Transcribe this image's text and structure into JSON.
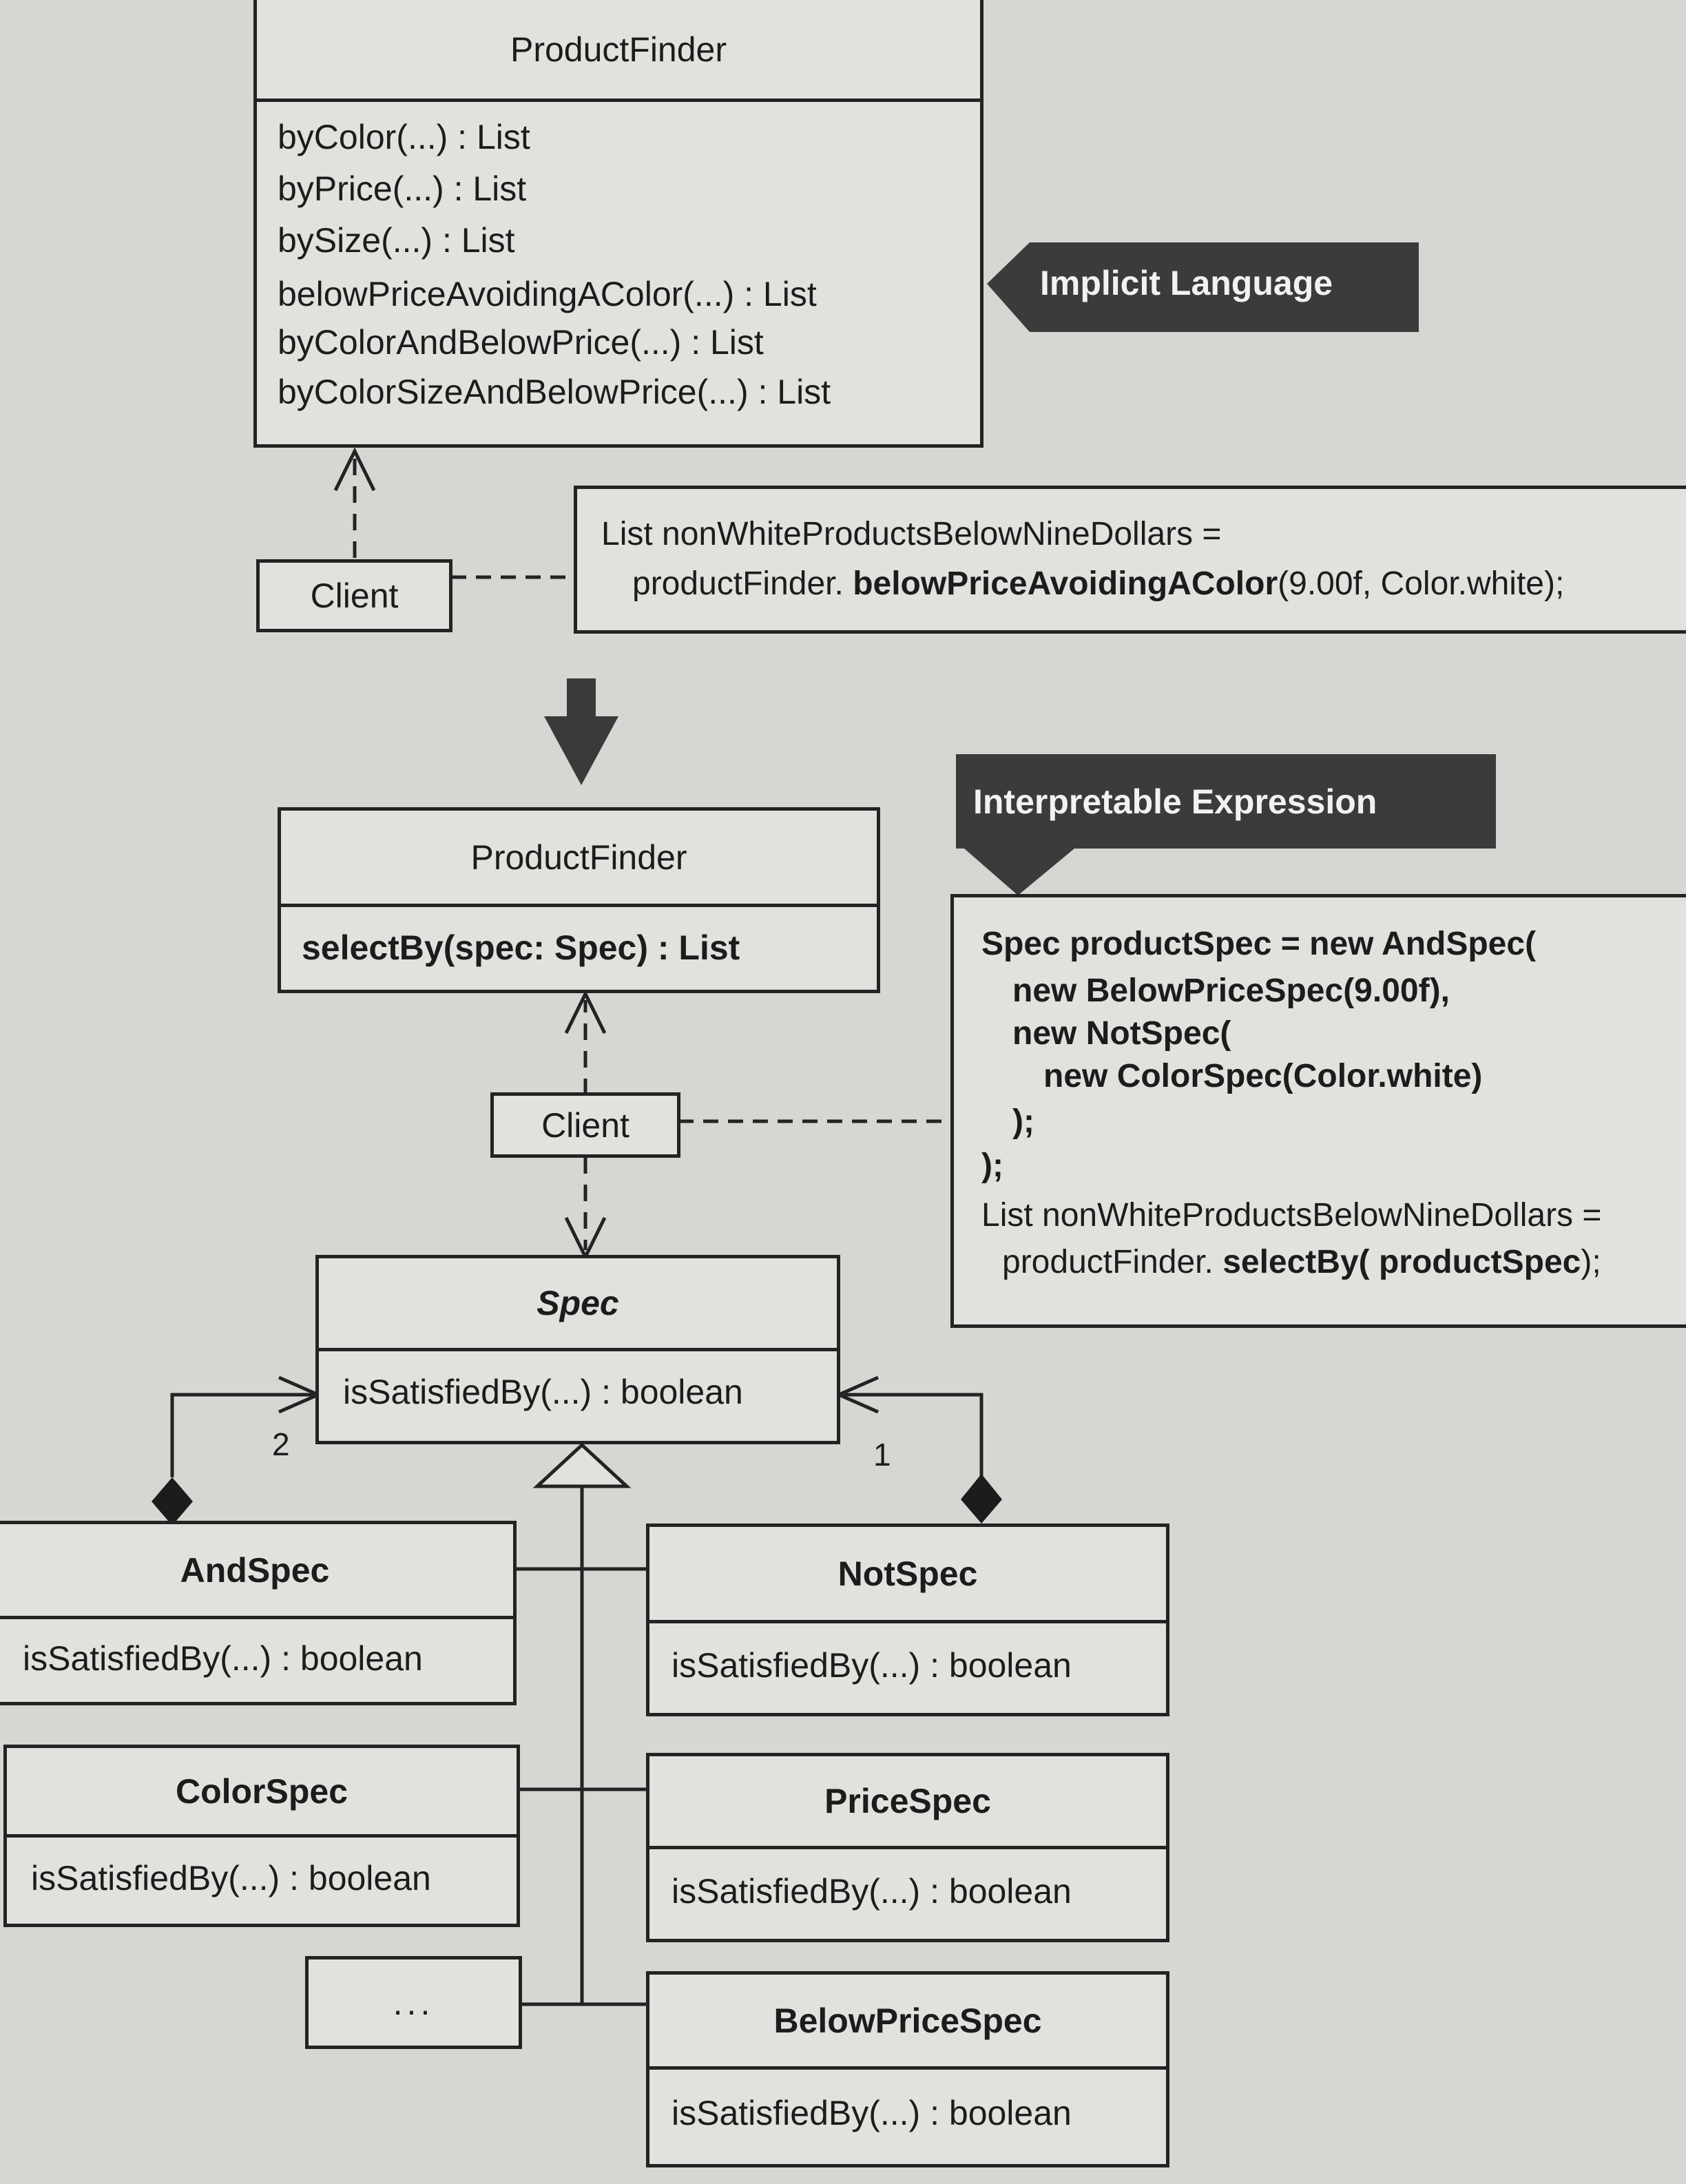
{
  "top": {
    "class_name": "ProductFinder",
    "methods": [
      "byColor(...) : List",
      "byPrice(...) : List",
      "bySize(...) : List",
      "belowPriceAvoidingAColor(...) : List",
      "byColorAndBelowPrice(...) : List",
      "byColorSizeAndBelowPrice(...) : List"
    ],
    "client": "Client",
    "tag": "Implicit Language",
    "code": {
      "line1": "List nonWhiteProductsBelowNineDollars =",
      "line2_prefix": "productFinder.",
      "line2_method": "belowPriceAvoidingAColor",
      "line2_args": "(9.00f, Color.white);"
    }
  },
  "bottom": {
    "class_name": "ProductFinder",
    "method": "selectBy(spec: Spec)  :  List",
    "client": "Client",
    "tag": "Interpretable Expression",
    "code": {
      "line1": "Spec productSpec = new AndSpec(",
      "line2": "new BelowPriceSpec(9.00f),",
      "line3": "new NotSpec(",
      "line4": "new ColorSpec(Color.white)",
      "line5": ");",
      "line6": ");",
      "line7": "List nonWhiteProductsBelowNineDollars =",
      "line8_prefix": "productFinder.",
      "line8_method": "selectBy(",
      "line8_arg": "productSpec",
      "line8_suffix": ");"
    },
    "spec": {
      "name": "Spec",
      "method": "isSatisfiedBy(...) : boolean"
    },
    "multiplicity_left": "2",
    "multiplicity_right": "1",
    "subclasses": {
      "and_spec": {
        "name": "AndSpec",
        "method": "isSatisfiedBy(...) : boolean"
      },
      "not_spec": {
        "name": "NotSpec",
        "method": "isSatisfiedBy(...) : boolean"
      },
      "color_spec": {
        "name": "ColorSpec",
        "method": "isSatisfiedBy(...) : boolean"
      },
      "price_spec": {
        "name": "PriceSpec",
        "method": "isSatisfiedBy(...) : boolean"
      },
      "ellipsis": "...",
      "below_price_spec": {
        "name": "BelowPriceSpec",
        "method": "isSatisfiedBy(...) : boolean"
      }
    }
  },
  "colors": {
    "background": "#d7d6d3",
    "line": "#232323",
    "tag_fill": "#3b3b3b",
    "tag_text": "#f2f2f2"
  }
}
